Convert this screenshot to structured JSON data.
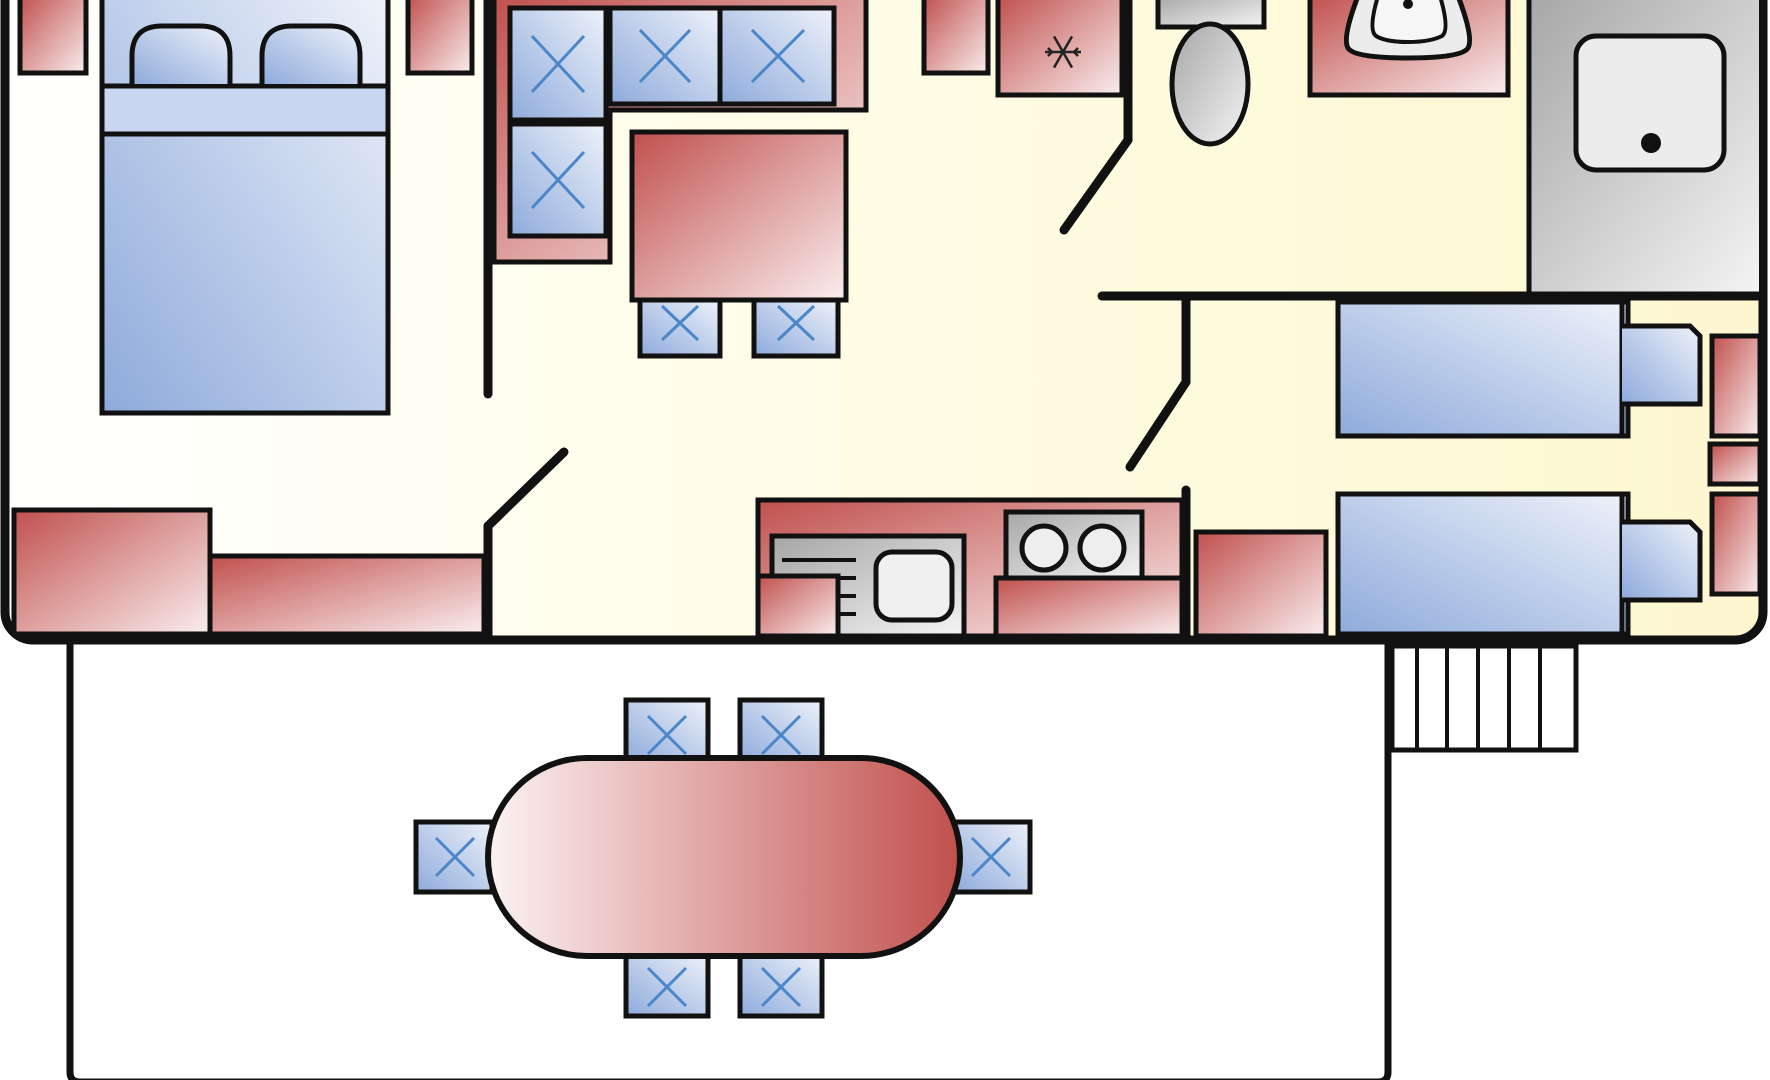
{
  "plan": {
    "colors": {
      "outline": "#111111",
      "wall": "#111111",
      "interior_light": "#fffde7",
      "interior_dark": "#fdf4c8",
      "furniture_red": "#c0504d",
      "furniture_red_light": "#faeeee",
      "seat_blue": "#8eaadb",
      "seat_blue_light": "#eef2fa",
      "mattress_blue": "#a9bfe6",
      "steel_gray": "#b9b9b9",
      "steel_light": "#f4f4f4",
      "cross_blue": "#4a86c8",
      "deck_white": "#ffffff"
    },
    "rooms": [
      "main-bedroom",
      "living-dining",
      "kitchen",
      "toilet",
      "bathroom",
      "shower",
      "twin-bedroom",
      "terrace"
    ],
    "fixtures": {
      "fridge_icon": "snowflake-icon",
      "stove_burners": 2,
      "outdoor_chairs": 6,
      "indoor_chairs": 5,
      "single_beds": 2,
      "double_beds": 1,
      "step_count": 6
    }
  }
}
